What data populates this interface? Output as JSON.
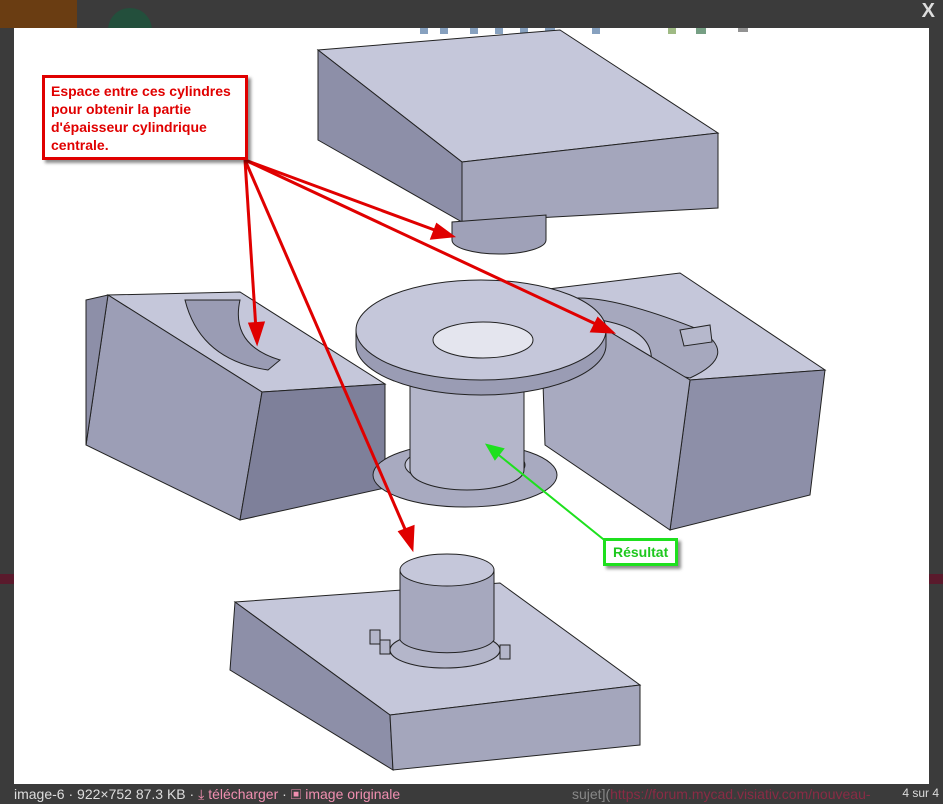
{
  "lightbox": {
    "close_label": "X",
    "annotation_red": "Espace entre ces cylindres pour obtenir la partie d'épaisseur cylindrique centrale.",
    "annotation_green": "Résultat",
    "caption": {
      "filename": "image-6",
      "sep1": " · ",
      "meta": "922×752 87.3 KB",
      "sep2": " · ",
      "download_label": "télécharger",
      "sep3": " · ",
      "original_label": "image originale"
    },
    "counter": "4 sur 4"
  },
  "background": {
    "link_prefix": "sujet](",
    "link_url": "https://forum.mycad.visiativ.com/nouveau-"
  },
  "colors": {
    "red": "#e00000",
    "green": "#1ee01e",
    "link": "#f08fb0"
  }
}
